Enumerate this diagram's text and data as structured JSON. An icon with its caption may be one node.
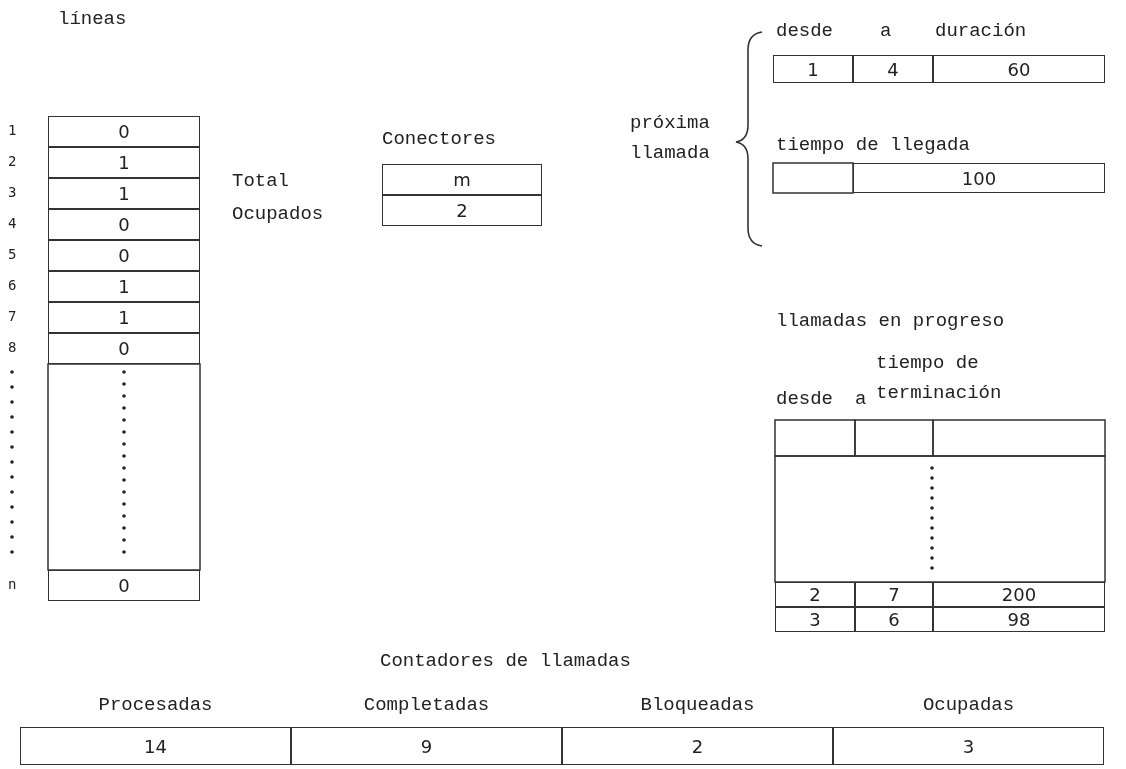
{
  "diagram": {
    "labels": [
      "líneas",
      "1",
      "0",
      "2",
      "1",
      "3",
      "1",
      "4",
      "0",
      "5",
      "0",
      "6",
      "1",
      "7",
      "1",
      "8",
      "0",
      "n",
      "0",
      "Conectores",
      "Total",
      "m",
      "Ocupados",
      "2",
      "próxima llamada",
      "desde",
      "a",
      "duración",
      "1",
      "4",
      "60",
      "tiempo de llegada",
      "100",
      "llamadas en progreso",
      "desde",
      "a",
      "tiempo de terminación",
      "2",
      "7",
      "200",
      "3",
      "6",
      "98",
      "Contadores de llamadas",
      "Procesadas",
      "Completadas",
      "Bloqueadas",
      "Ocupadas",
      "14",
      "9",
      "2",
      "3"
    ]
  }
}
